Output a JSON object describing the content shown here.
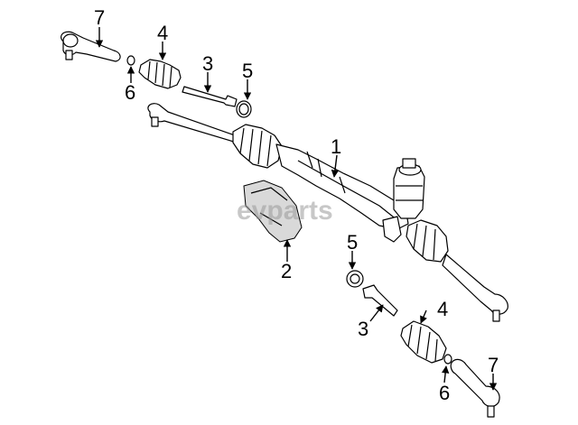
{
  "watermark": "evparts",
  "callouts": {
    "c7_top": "7",
    "c6_top": "6",
    "c4_top": "4",
    "c3_top": "3",
    "c5_top": "5",
    "c1": "1",
    "c2": "2",
    "c5_bottom": "5",
    "c3_bottom": "3",
    "c4_bottom": "4",
    "c6_bottom": "6",
    "c7_bottom": "7"
  }
}
